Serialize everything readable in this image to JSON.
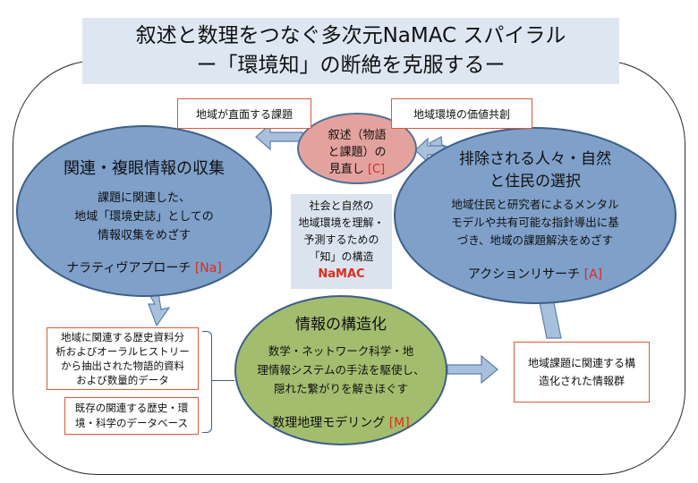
{
  "title": {
    "line1": "叙述と数理をつなぐ多次元NaMAC スパイラル",
    "line2": "ー「環境知」の断絶を克服するー"
  },
  "narrative": {
    "line1": "叙述（物語",
    "line2": "と課題）の",
    "line3": "見直し",
    "code": "[C]"
  },
  "box_issues": "地域が直面する課題",
  "box_values": "地域環境の価値共創",
  "left_ellipse": {
    "heading": "関連・複眼情報の収集",
    "desc1": "課題に関連した、",
    "desc2": "地域「環境史誌」としての",
    "desc3": "情報収集をめざす",
    "method": "ナラティヴアプローチ",
    "code": "[Na]"
  },
  "right_ellipse": {
    "heading1": "排除される人々・自然",
    "heading2": "と住民の選択",
    "desc1": "地域住民と研究者によるメンタル",
    "desc2": "モデルや共有可能な指針導出に基",
    "desc3": "づき、地域の課題解決をめざす",
    "method": "アクションリサーチ",
    "code": "[A]"
  },
  "center_box": {
    "line1": "社会と自然の",
    "line2": "地域環境を理解・",
    "line3": "予測するための",
    "line4": "「知」の構造",
    "name": "NaMAC"
  },
  "bottom_ellipse": {
    "heading": "情報の構造化",
    "desc1": "数学・ネットワーク科学・地",
    "desc2": "理情報システムの手法を駆使し、",
    "desc3": "隠れた繋がりを解きほぐす",
    "method": "数理地理モデリング",
    "code": "[M]"
  },
  "box_history": {
    "line1": "地域に関連する歴史資料分",
    "line2": "析およびオーラルヒストリー",
    "line3": "から抽出された物語的資料",
    "line4": "および数量的データ"
  },
  "box_database": {
    "line1": "既存の関連する歴史・環",
    "line2": "境・科学のデータベース"
  },
  "box_output": {
    "line1": "地域課題に関連する構",
    "line2": "造化された情報群"
  },
  "colors": {
    "ellipse_blue": "#7ea0c9",
    "ellipse_green": "#a3bd6e",
    "narrative_pink": "#e4a29e",
    "arrow_fill": "#a9c0dc",
    "box_border": "#d75a3a",
    "code_red": "#e02b1b",
    "title_bg": "#dde6f1"
  }
}
